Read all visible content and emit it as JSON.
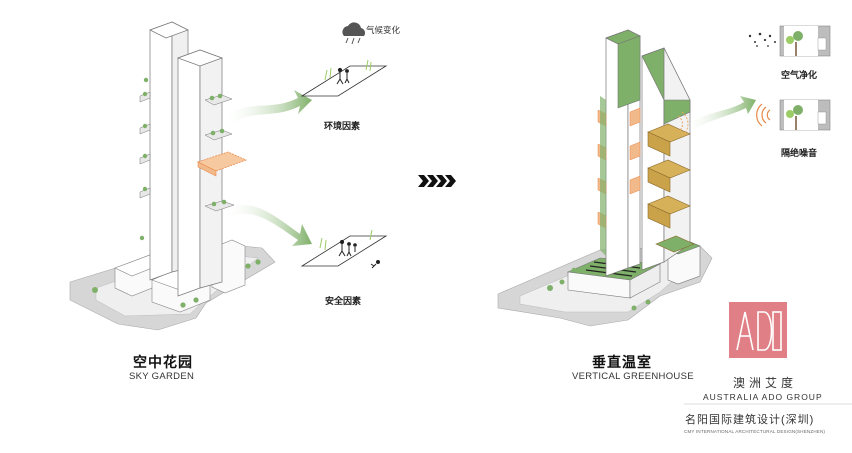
{
  "left": {
    "title_cn": "空中花园",
    "title_en": "SKY GARDEN",
    "climate": "气候变化",
    "env": "环境因素",
    "safety": "安全因素"
  },
  "right": {
    "title_cn": "垂直温室",
    "title_en": "VERTICAL GREENHOUSE",
    "air": "空气净化",
    "noise": "隔绝噪音"
  },
  "brand": {
    "logo_text": "ADO",
    "name_cn": "澳洲艾度",
    "name_en": "AUSTRALIA  ADO GROUP",
    "company_cn": "名阳国际建筑设计(深圳)",
    "company_en": "CMY INTERNATIONAL ARCHITECTURAL DESIGN(SHENZHEN)"
  },
  "colors": {
    "green": "#6aa84f",
    "orange": "#e8a760",
    "gold": "#c9a24a",
    "logo": "#e07f86",
    "road": "#d4d4d4"
  }
}
